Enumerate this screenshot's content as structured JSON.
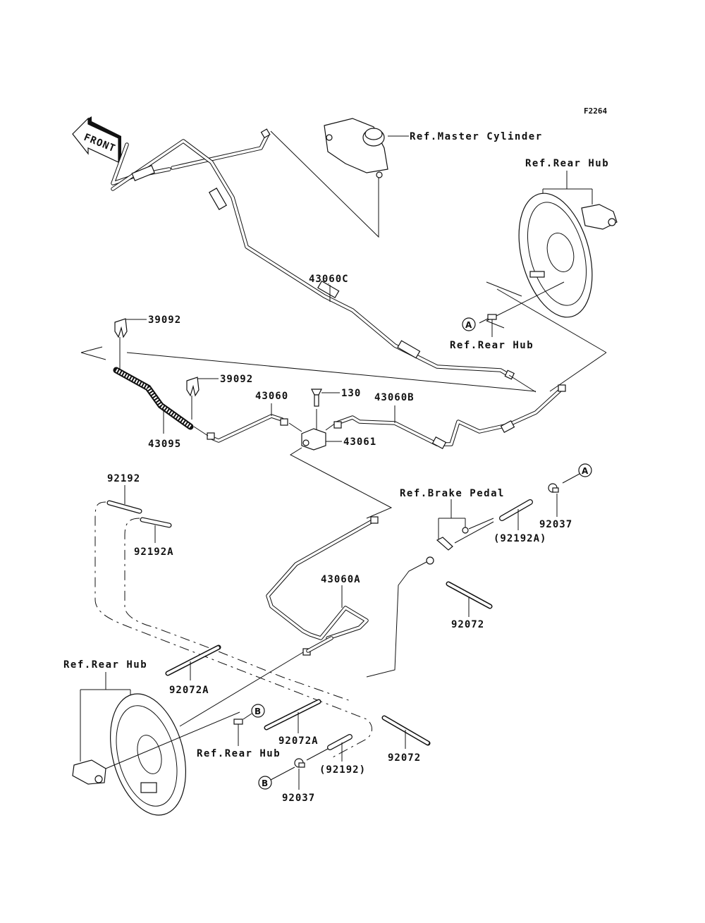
{
  "figure_id": "F2264",
  "front_arrow": {
    "label": "FRONT",
    "icon": "front-direction-arrow-icon"
  },
  "references": {
    "master_cylinder": "Ref.Master Cylinder",
    "rear_hub_top": "Ref.Rear Hub",
    "rear_hub_top_bleeder": "Ref.Rear Hub",
    "brake_pedal": "Ref.Brake Pedal",
    "rear_hub_bottom": "Ref.Rear Hub",
    "rear_hub_bottom_bleeder": "Ref.Rear Hub"
  },
  "parts": {
    "p43060C": "43060C",
    "p39092_a": "39092",
    "p39092_b": "39092",
    "p43060": "43060",
    "p130": "130",
    "p43060B": "43060B",
    "p43095": "43095",
    "p43061": "43061",
    "p92192": "92192",
    "p92192A": "92192A",
    "p92192A_paren": "(92192A)",
    "p92037_top": "92037",
    "p43060A": "43060A",
    "p92072_top": "92072",
    "p92072A_left": "92072A",
    "p92072A_mid": "92072A",
    "p92072_bottom": "92072",
    "p92192_paren": "(92192)",
    "p92037_bottom": "92037"
  },
  "callouts": {
    "a_right": "A",
    "a_hub": "A",
    "b_hub": "B",
    "b_bottom": "B"
  }
}
